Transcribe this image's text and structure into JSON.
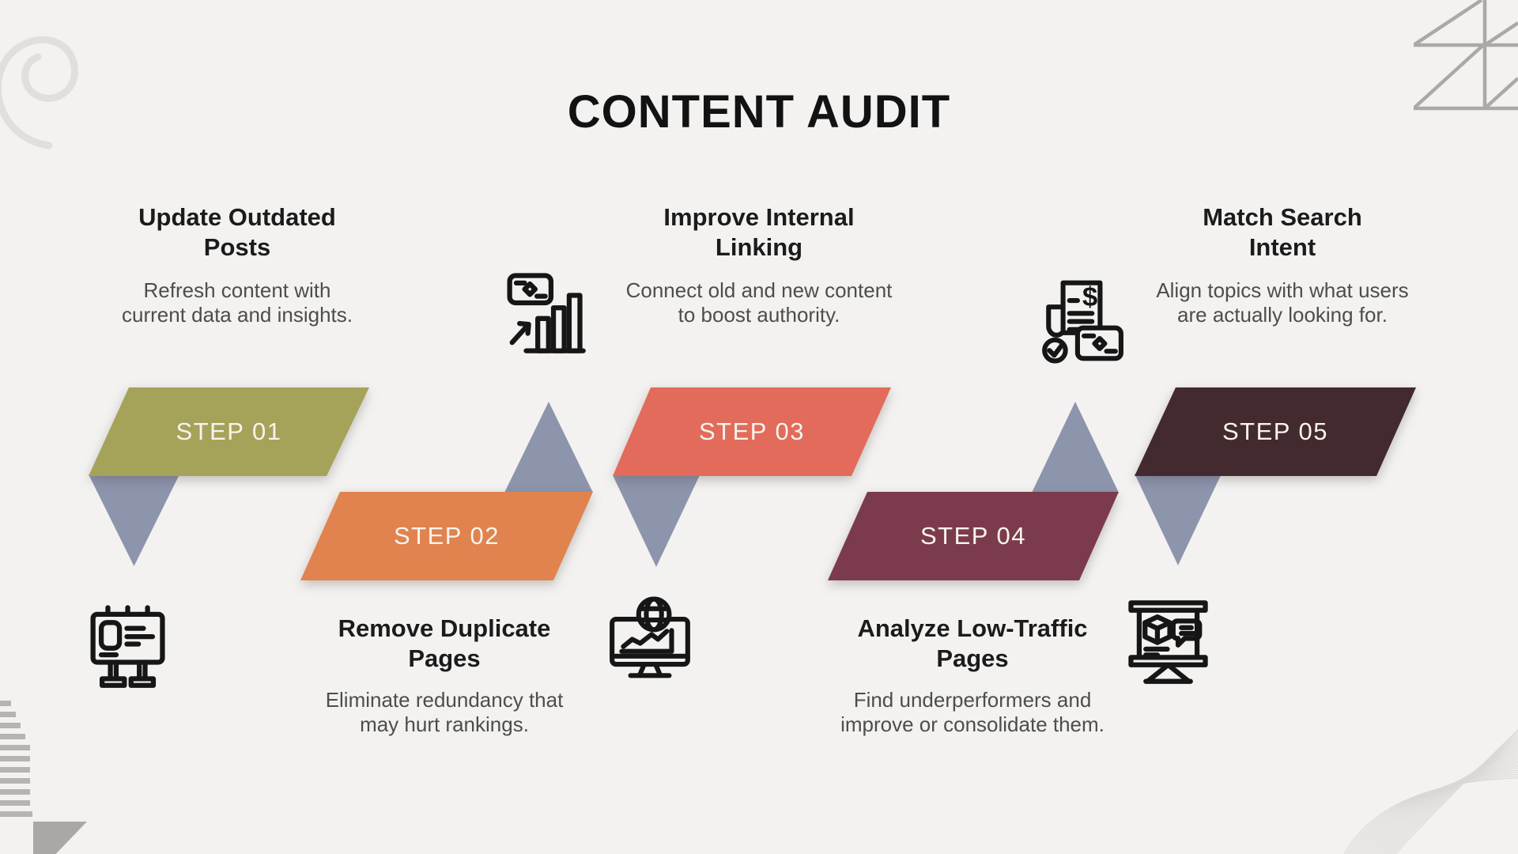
{
  "title": "CONTENT AUDIT",
  "background_color": "#f3f2f0",
  "connector_color": "#8d95ad",
  "steps": [
    {
      "label": "STEP 01",
      "heading": "Update Outdated Posts",
      "description": "Refresh content with current data and insights.",
      "color": "#a5a35a",
      "icon": "billboard-icon"
    },
    {
      "label": "STEP 02",
      "heading": "Remove Duplicate Pages",
      "description": "Eliminate redundancy that may hurt rankings.",
      "color": "#e0834f",
      "icon": "growth-chart-icon"
    },
    {
      "label": "STEP 03",
      "heading": "Improve Internal Linking",
      "description": "Connect old and new content to boost authority.",
      "color": "#e26b5b",
      "icon": "monitor-globe-icon"
    },
    {
      "label": "STEP 04",
      "heading": "Analyze Low-Traffic Pages",
      "description": "Find underperformers and improve or consolidate them.",
      "color": "#7c3b4d",
      "icon": "invoice-check-icon"
    },
    {
      "label": "STEP 05",
      "heading": "Match Search Intent",
      "description": "Align topics with what users are actually looking for.",
      "color": "#432a2e",
      "icon": "presentation-board-icon"
    }
  ]
}
